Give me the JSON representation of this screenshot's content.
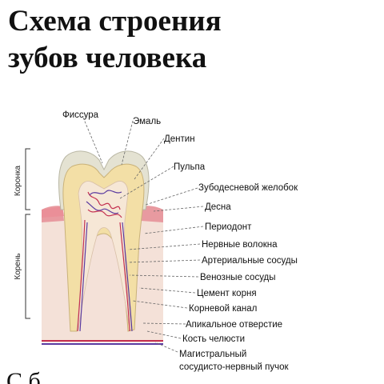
{
  "title": {
    "line1": "Схема строения",
    "line2": "зубов человека"
  },
  "side_labels": {
    "crown": "Коронка",
    "root": "Корень"
  },
  "labels": [
    "Фиссура",
    "Эмаль",
    "Дентин",
    "Пульпа",
    "Зубодесневой желобок",
    "Десна",
    "Периодонт",
    "Нервные волокна",
    "Артериальные сосуды",
    "Венозные сосуды",
    "Цемент корня",
    "Корневой канал",
    "Апикальное отверстие",
    "Кость челюсти",
    "Магистральный",
    "сосудисто-нервный пучок"
  ],
  "bottom_text": "С                                б",
  "colors": {
    "enamel": "#e4e2d2",
    "dentin": "#f3dfa6",
    "pulp": "#f6e7d6",
    "gum": "#e89aa0",
    "bone": "#f4e1d8",
    "artery": "#c43050",
    "vein": "#5a3aa0"
  }
}
